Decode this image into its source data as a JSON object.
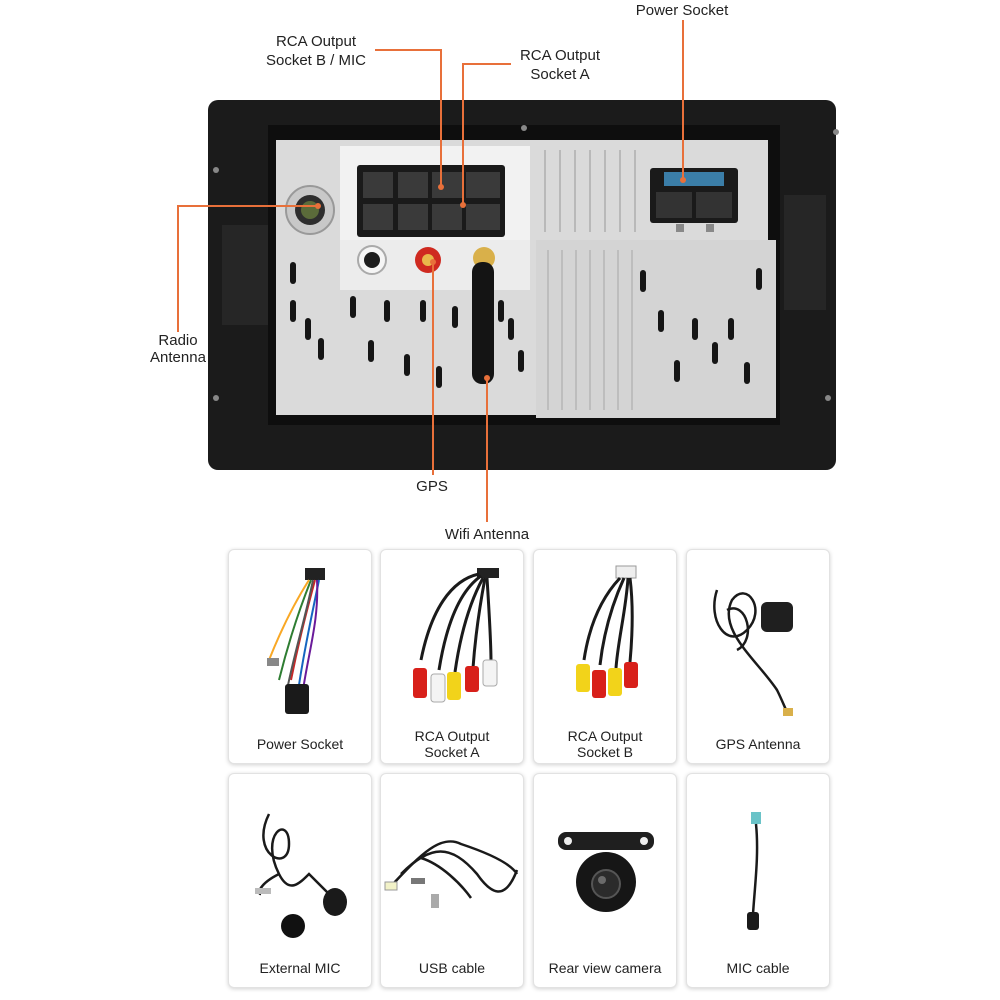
{
  "callouts": {
    "rca_b": "RCA Output\nSocket B / MIC",
    "rca_a": "RCA Output\nSocket A",
    "power": "Power Socket",
    "radio": "Radio\nAntenna",
    "gps": "GPS",
    "wifi": "Wifi Antenna"
  },
  "accessories": [
    {
      "label": "Power Socket",
      "icon": "power-harness-icon"
    },
    {
      "label": "RCA Output\nSocket A",
      "icon": "rca-cable-a-icon"
    },
    {
      "label": "RCA Output\nSocket B",
      "icon": "rca-cable-b-icon"
    },
    {
      "label": "GPS Antenna",
      "icon": "gps-antenna-icon"
    },
    {
      "label": "External MIC",
      "icon": "microphone-icon"
    },
    {
      "label": "USB cable",
      "icon": "usb-cable-icon"
    },
    {
      "label": "Rear view camera",
      "icon": "camera-icon"
    },
    {
      "label": "MIC cable",
      "icon": "mic-cable-icon"
    }
  ],
  "colors": {
    "callout_line": "#e8703a",
    "bezel": "#1b1b1b",
    "chassis": "#dcdcdc",
    "rca_red": "#d8201a",
    "rca_yellow": "#f2d31a",
    "rca_white": "#f4f4f4"
  }
}
